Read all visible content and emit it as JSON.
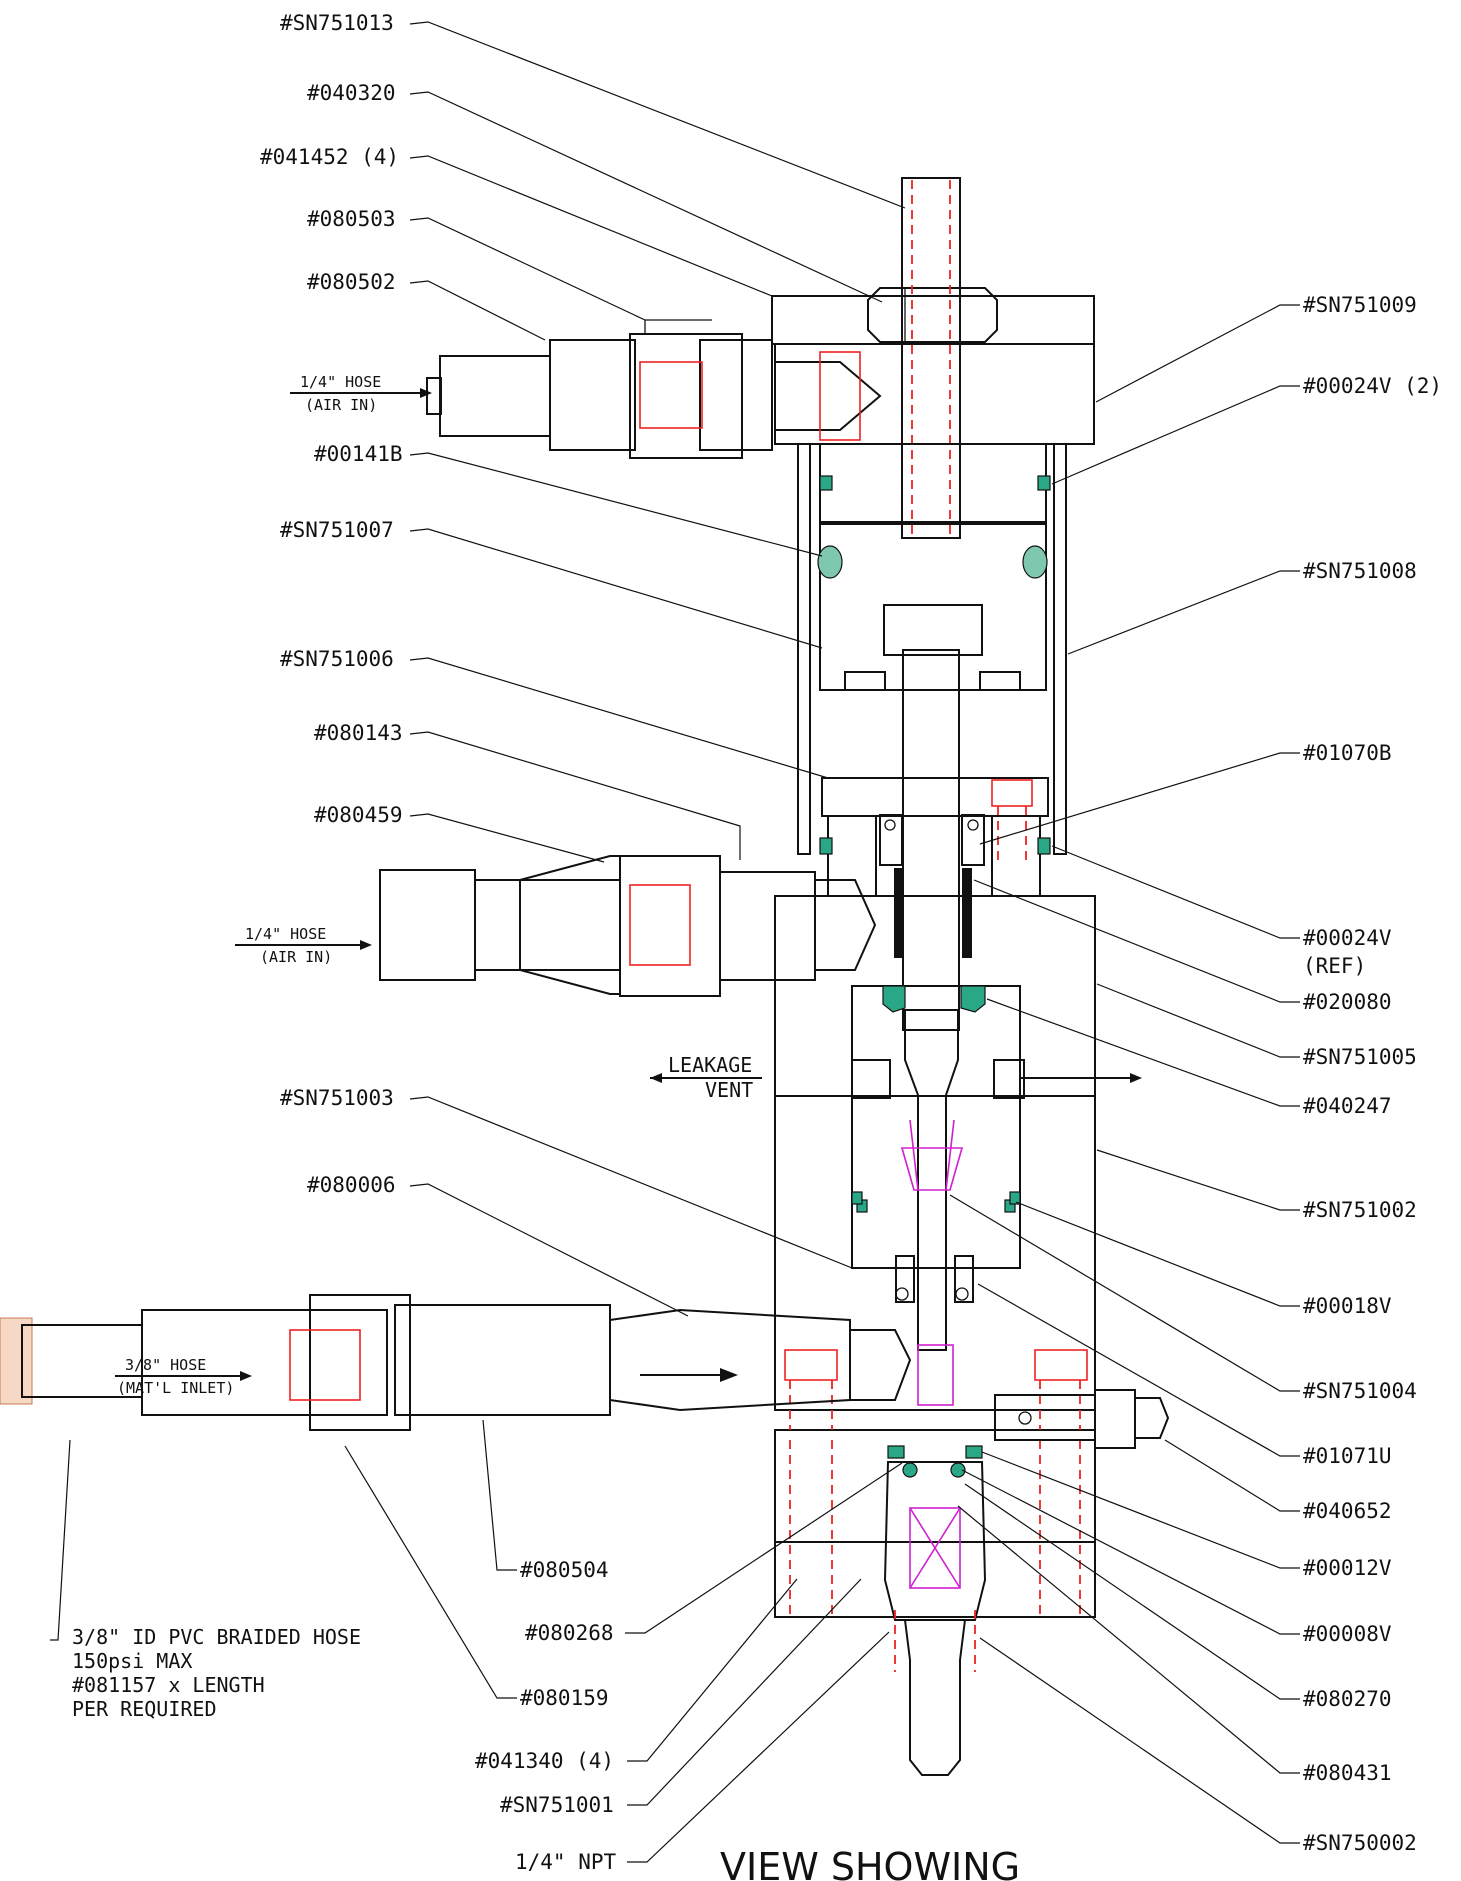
{
  "title": "VIEW SHOWING",
  "labels_left": [
    "#SN751013",
    "#040320",
    "#041452 (4)",
    "#080503",
    "#080502",
    "#00141B",
    "#SN751007",
    "#SN751006",
    "#080143",
    "#080459",
    "#SN751003",
    "#080006"
  ],
  "labels_right": [
    "#SN751009",
    "#00024V (2)",
    "#SN751008",
    "#01070B",
    "#00024V",
    "(REF)",
    "#020080",
    "#SN751005",
    "#040247",
    "#SN751002",
    "#00018V",
    "#SN751004",
    "#01071U",
    "#040652",
    "#00012V",
    "#00008V",
    "#080270",
    "#080431",
    "#SN750002"
  ],
  "labels_bottom": [
    "#080504",
    "#080268",
    "#080159",
    "#041340 (4)",
    "#SN751001",
    "1/4\" NPT"
  ],
  "hose_notes": {
    "air_top": "1/4\" HOSE",
    "air_top_sub": "(AIR IN)",
    "air_mid": "1/4\" HOSE",
    "air_mid_sub": "(AIR IN)",
    "mat": "3/8\" HOSE",
    "mat_sub": "(MAT'L INLET)"
  },
  "leakage": [
    "LEAKAGE",
    "VENT"
  ],
  "hose_spec": [
    "3/8\" ID PVC BRAIDED HOSE",
    "150psi MAX",
    "#081157 x LENGTH",
    "PER REQUIRED"
  ],
  "colors": {
    "outline": "#111111",
    "hidden": "#e22222",
    "seal": "#2aa787",
    "insert": "#d020d0",
    "hose_braid": "#f6d8c4"
  }
}
